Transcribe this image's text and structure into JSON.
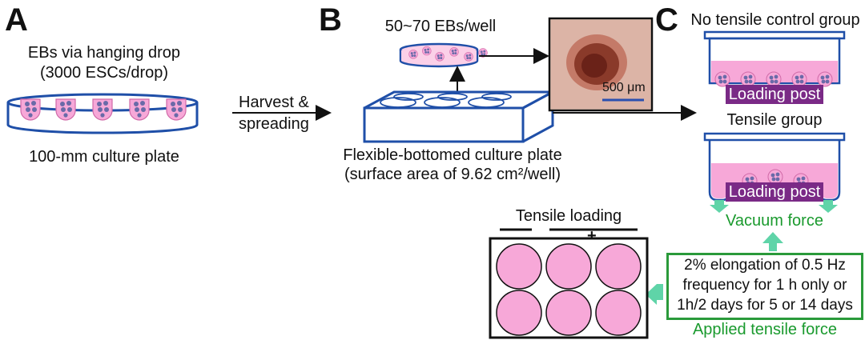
{
  "panels": {
    "a": "A",
    "b": "B",
    "c": "C"
  },
  "panel_a": {
    "top_label_1": "EBs via hanging drop",
    "top_label_2": "(3000 ESCs/drop)",
    "bottom_label": "100-mm culture plate"
  },
  "arrow_ab": {
    "line1": "Harvest &",
    "line2": "spreading"
  },
  "panel_b": {
    "well_label": "50~70 EBs/well",
    "plate_label_1": "Flexible-bottomed culture plate",
    "plate_label_2": "(surface area of 9.62 cm²/well)",
    "scale_bar": "500 μm"
  },
  "panel_c": {
    "control_title": "No tensile control group",
    "tensile_title": "Tensile group",
    "loading_post": "Loading post",
    "vacuum_force": "Vacuum force",
    "applied_text_1": "2% elongation of 0.5 Hz",
    "applied_text_2": "frequency for 1 h only or",
    "applied_text_3": "1h/2 days for 5 or 14 days",
    "applied_label": "Applied tensile force"
  },
  "tensile_plate": {
    "title": "Tensile loading",
    "minus": "–",
    "plus": "+"
  },
  "colors": {
    "blue": "#1f4fa8",
    "pink": "#f7a8d8",
    "pink_light": "#fbd0e8",
    "purple": "#7a2a86",
    "green": "#1a9a2e",
    "arrow_green": "#5fd4a8"
  }
}
